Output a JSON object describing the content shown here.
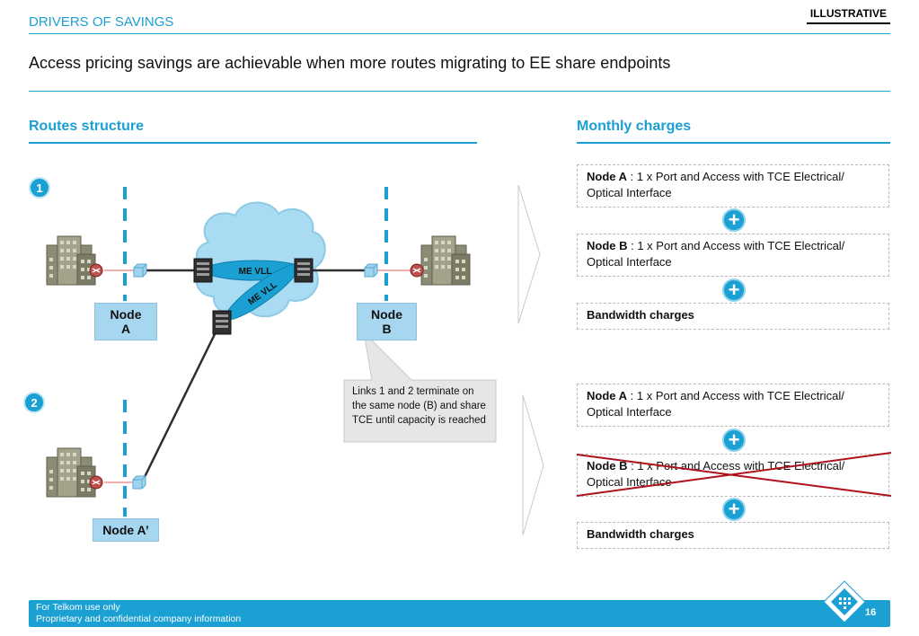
{
  "header": {
    "section_label": "DRIVERS OF SAVINGS",
    "stamp": "ILLUSTRATIVE",
    "headline": "Access pricing savings are achievable when more routes migrating to EE share endpoints"
  },
  "left_panel": {
    "title": "Routes structure",
    "badge_1": "1",
    "badge_2": "2",
    "node_a": "Node A",
    "node_b": "Node B",
    "node_a_prime": "Node A’",
    "link_label_1": "ME VLL",
    "link_label_2": "ME VLL",
    "callout": "Links 1 and 2 terminate on the same node (B) and share TCE until capacity is reached"
  },
  "right_panel": {
    "title": "Monthly charges",
    "group_1": {
      "item_1_bold": "Node A",
      "item_1_text": " : 1 x Port and Access with TCE Electrical/ Optical Interface",
      "item_2_bold": "Node B",
      "item_2_text": " : 1 x Port and Access with TCE Electrical/ Optical Interface",
      "item_3_bold": "Bandwidth charges"
    },
    "group_2": {
      "item_1_bold": "Node A",
      "item_1_text": " : 1 x Port and Access with TCE Electrical/ Optical Interface",
      "item_2_bold": "Node B",
      "item_2_text": " : 1 x Port and Access with TCE Electrical/ Optical Interface",
      "item_3_bold": "Bandwidth charges"
    },
    "plus_symbol": "+"
  },
  "footer": {
    "line_1": "For Telkom use only",
    "line_2": "Proprietary and confidential company information",
    "page_number": "16"
  },
  "colors": {
    "accent": "#1aa0d2",
    "node_fill": "#a7d7f0",
    "cross": "#b0111c",
    "cloud": "#a9dcf3"
  }
}
